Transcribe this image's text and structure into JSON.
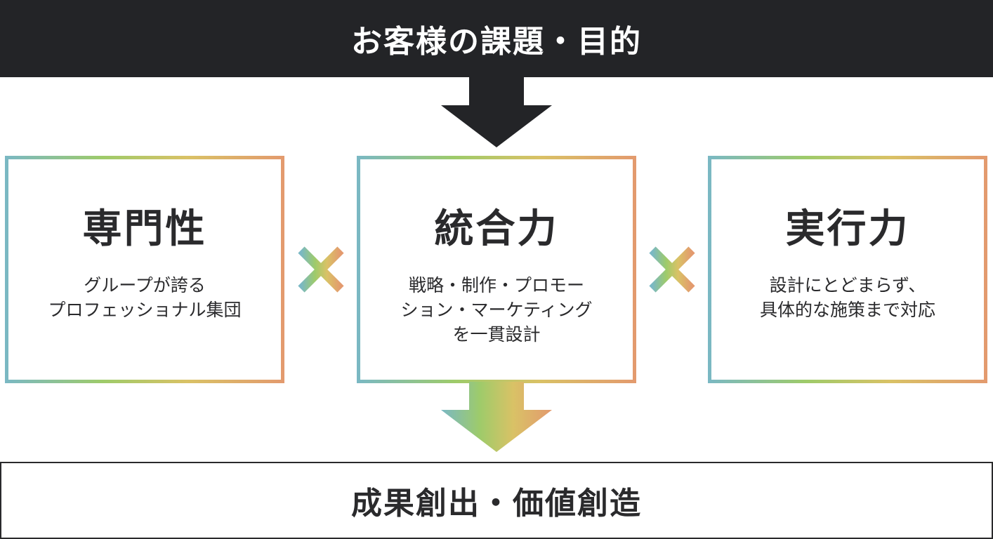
{
  "header": {
    "title": "お客様の課題・目的"
  },
  "cards": [
    {
      "title": "専門性",
      "desc": [
        "グループが誇る",
        "プロフェッショナル集団"
      ]
    },
    {
      "title": "統合力",
      "desc": [
        "戦略・制作・プロモー",
        "ション・マーケティング",
        "を一貫設計"
      ]
    },
    {
      "title": "実行力",
      "desc": [
        "設計にとどまらず、",
        "具体的な施策まで対応"
      ]
    }
  ],
  "footer": {
    "title": "成果創出・価値創造"
  },
  "colors": {
    "dark": "#232427",
    "text": "#2a2a2c",
    "gradient": [
      "#7ab8c4",
      "#9ecb6a",
      "#d9c266",
      "#e39a6e"
    ]
  },
  "icons": {
    "down_arrow_dark": "arrow-down-icon",
    "down_arrow_gradient": "arrow-down-gradient-icon",
    "times": "multiply-icon"
  }
}
